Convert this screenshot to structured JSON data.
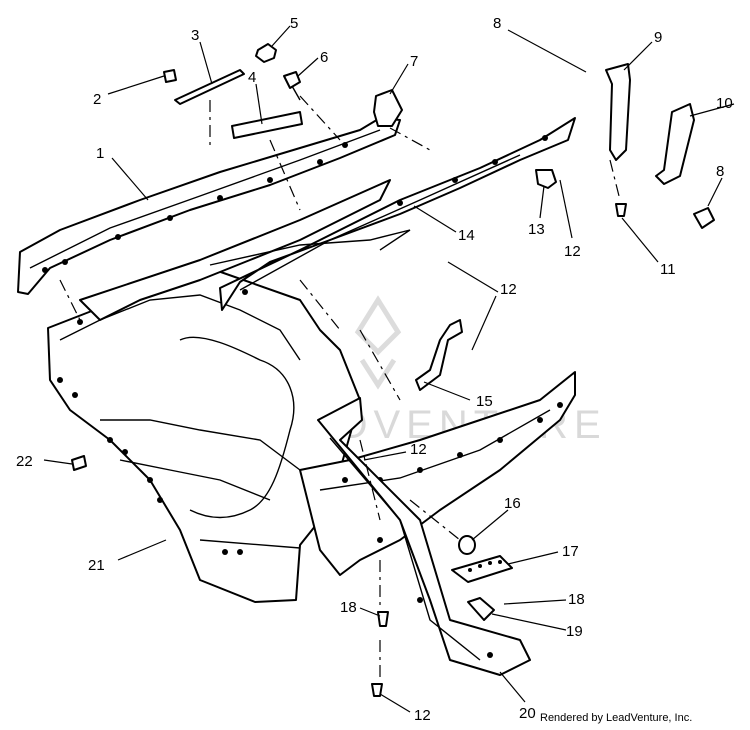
{
  "callouts": {
    "n1": "1",
    "n2": "2",
    "n3": "3",
    "n4": "4",
    "n5": "5",
    "n6": "6",
    "n7": "7",
    "n8a": "8",
    "n8b": "8",
    "n9": "9",
    "n10": "10",
    "n11": "11",
    "n12a": "12",
    "n12b": "12",
    "n12c": "12",
    "n12d": "12",
    "n13": "13",
    "n14": "14",
    "n15": "15",
    "n16": "16",
    "n17": "17",
    "n18a": "18",
    "n18b": "18",
    "n19": "19",
    "n20": "20",
    "n21": "21",
    "n22": "22"
  },
  "watermark": "LEADVENTURE",
  "credit": "Rendered by LeadVenture, Inc."
}
